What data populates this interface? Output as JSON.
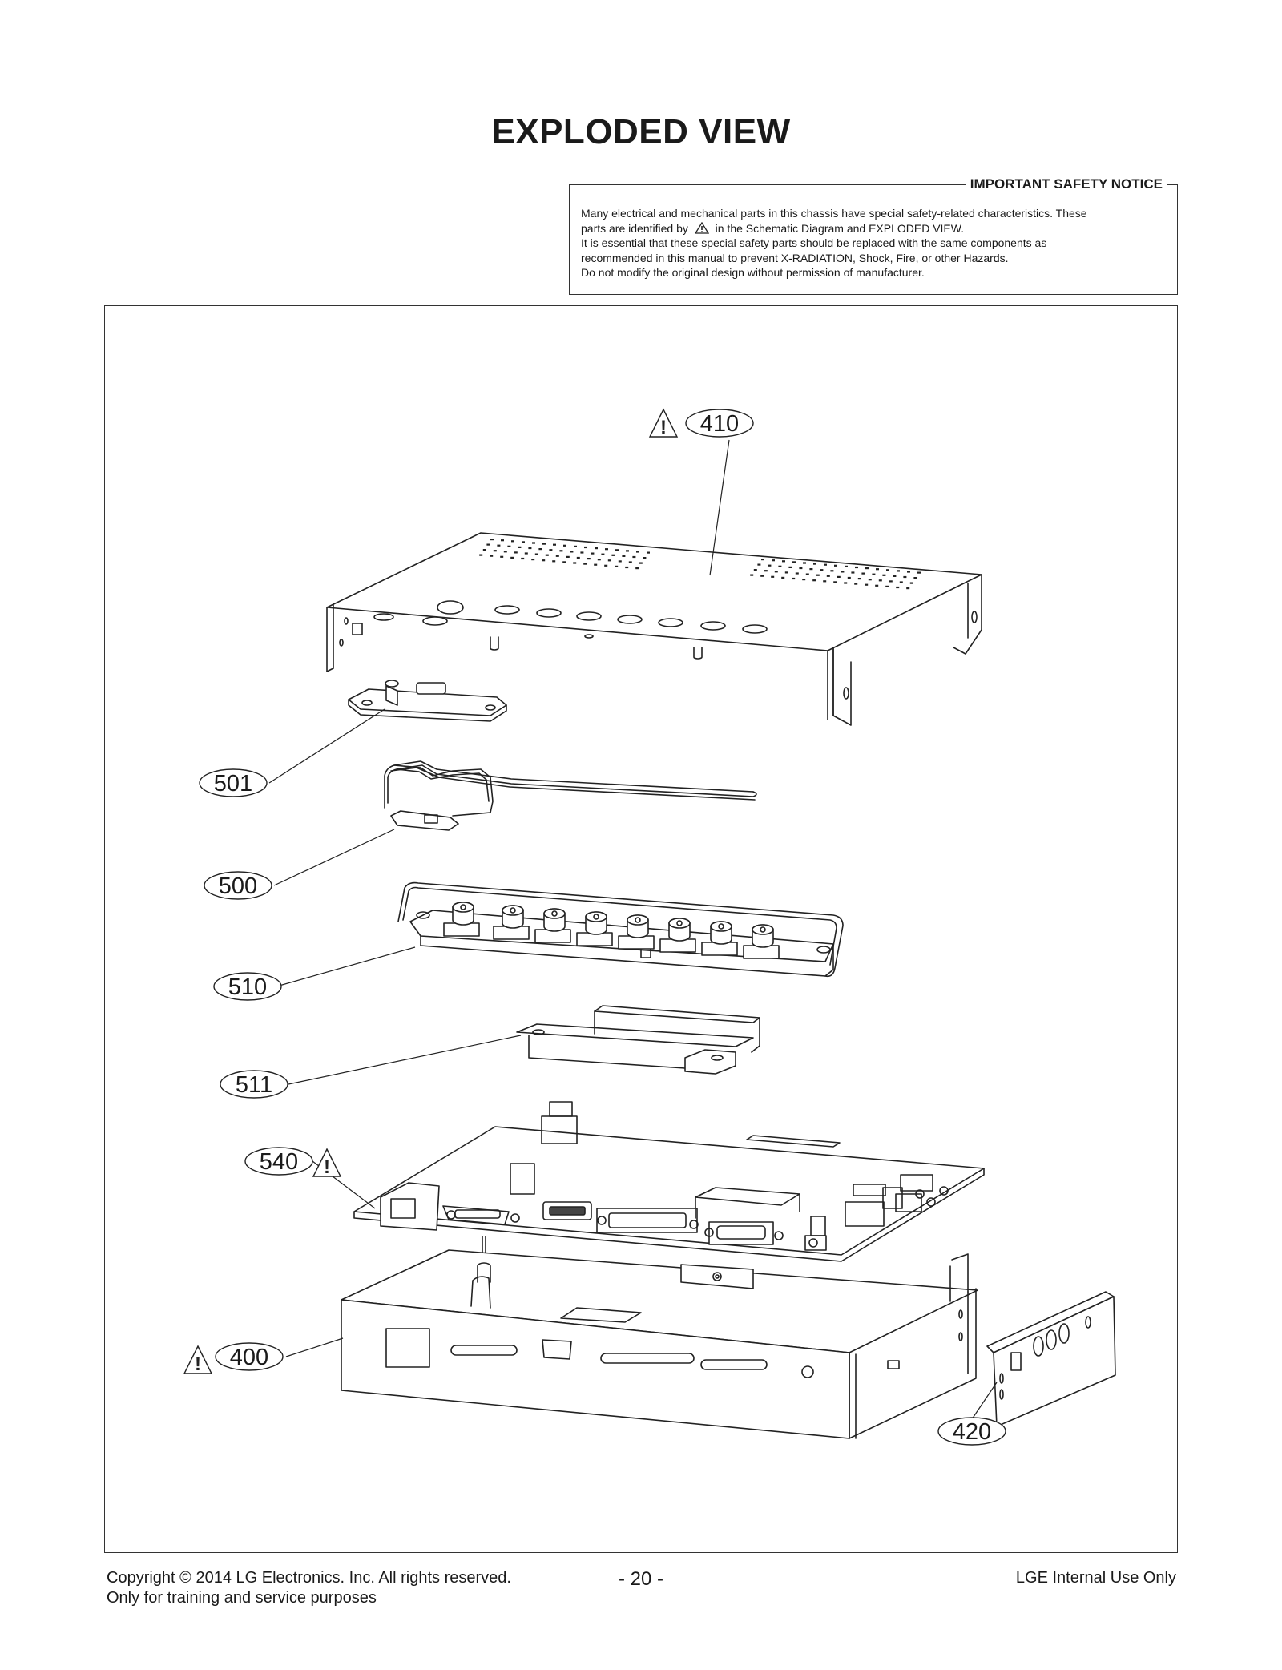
{
  "page": {
    "title": "EXPLODED VIEW"
  },
  "safety_notice": {
    "heading": "IMPORTANT SAFETY NOTICE",
    "line1": "Many electrical and mechanical parts in this chassis have special safety-related characteristics. These",
    "line2_before": "parts are identified by",
    "line2_after": "in the Schematic Diagram and EXPLODED VIEW.",
    "line3": "It is essential that these special safety parts should be replaced with the same components as",
    "line4": "recommended in this manual to prevent X-RADIATION, Shock, Fire, or other Hazards.",
    "line5": "Do not modify the original design without permission of manufacturer."
  },
  "diagram": {
    "callouts": [
      {
        "id": "410",
        "safety": true
      },
      {
        "id": "501",
        "safety": false
      },
      {
        "id": "500",
        "safety": false
      },
      {
        "id": "510",
        "safety": false
      },
      {
        "id": "511",
        "safety": false
      },
      {
        "id": "540",
        "safety": true
      },
      {
        "id": "400",
        "safety": true
      },
      {
        "id": "420",
        "safety": false
      }
    ],
    "warning_symbol": "!"
  },
  "footer": {
    "copyright_line1": "Copyright  © 2014  LG Electronics. Inc. All rights reserved.",
    "copyright_line2": "Only for training and service purposes",
    "page_number": "- 20 -",
    "internal": "LGE Internal Use Only"
  },
  "icons": {
    "warning": "warning-triangle-icon"
  }
}
